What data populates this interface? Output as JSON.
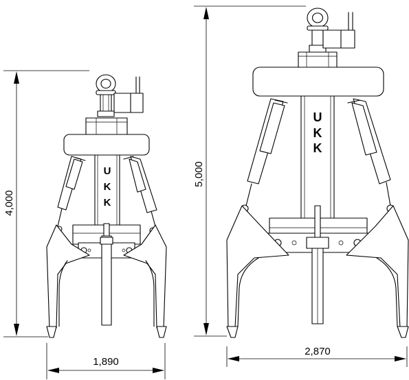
{
  "drawing": {
    "small_grab": {
      "height_label": "4,000",
      "width_label": "1,890",
      "logo_letters": [
        "U",
        "K",
        "K"
      ]
    },
    "large_grab": {
      "height_label": "5,000",
      "width_label": "2,870",
      "logo_letters": [
        "U",
        "K",
        "K"
      ]
    }
  }
}
